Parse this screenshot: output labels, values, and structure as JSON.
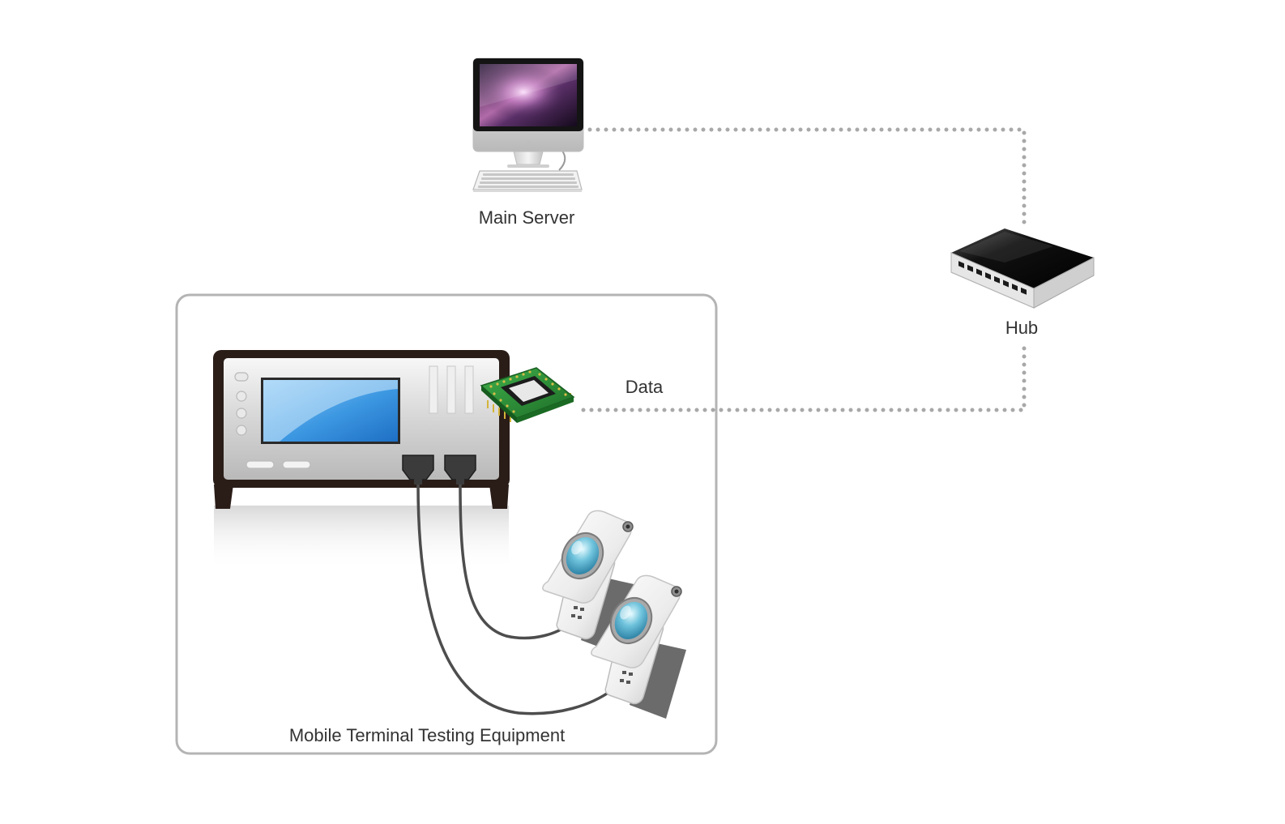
{
  "labels": {
    "main_server": "Main Server",
    "hub": "Hub",
    "data": "Data",
    "testing_equipment": "Mobile Terminal Testing Equipment"
  },
  "colors": {
    "dotted_link": "#a8a8a8",
    "group_border": "#b4b4b4",
    "cable": "#4d4d4d",
    "text": "#333333"
  },
  "icons": [
    "desktop-computer-icon",
    "network-hub-icon",
    "testing-equipment-icon",
    "circuit-chip-icon",
    "flip-phone-icon"
  ]
}
